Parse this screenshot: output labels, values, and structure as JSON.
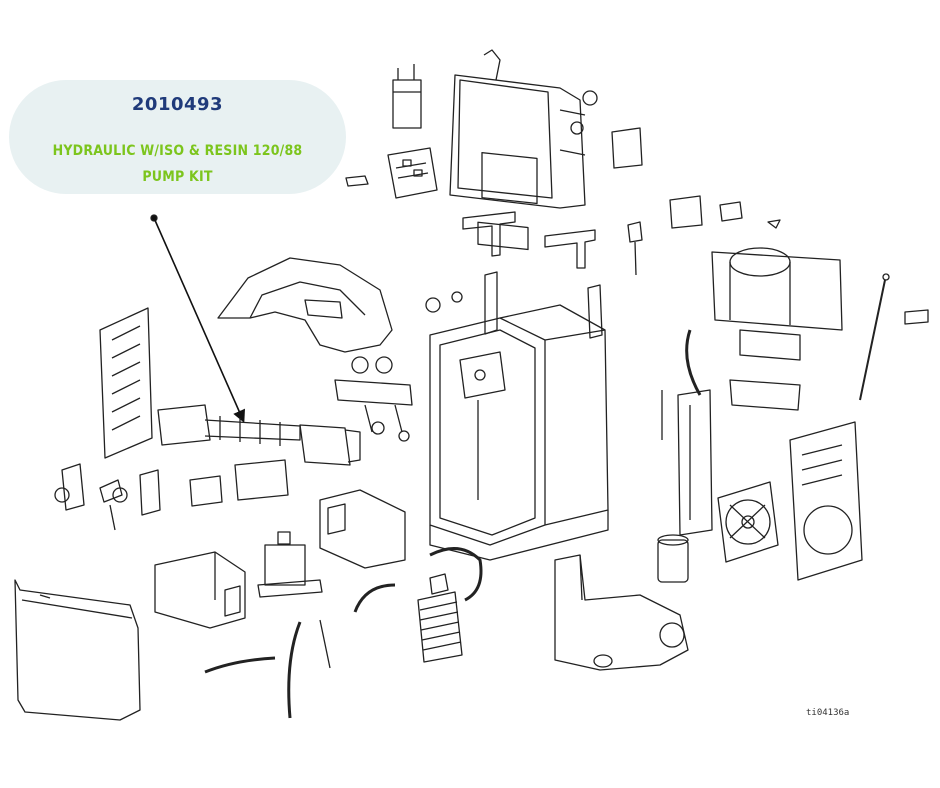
{
  "callout": {
    "part_number": "2010493",
    "kit_name": "HYDRAULIC W/ISO & RESIN 120/88 PUMP KIT"
  },
  "figure_id": "ti04136a",
  "colors": {
    "callout_bg": "#e8f1f2",
    "part_number": "#1f3a7a",
    "kit_name": "#7cc51d",
    "line_art": "#222222"
  }
}
